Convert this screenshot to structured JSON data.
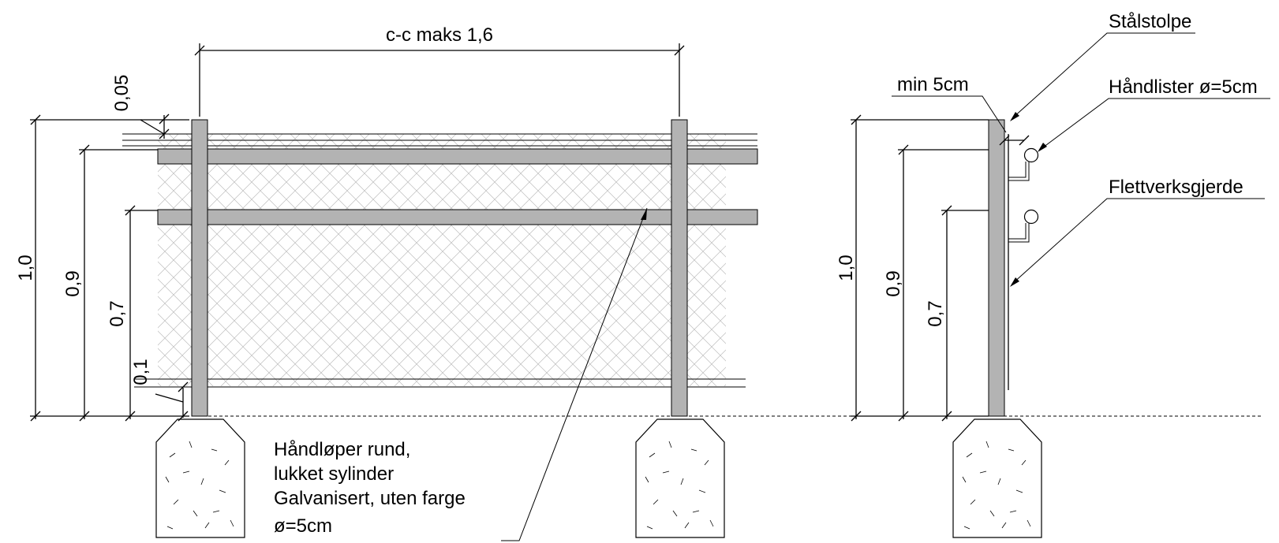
{
  "front_view": {
    "spacing_label": "c-c maks 1,6",
    "dim_top_offset": "0,05",
    "dim_total_height": "1,0",
    "dim_upper_rail": "0,9",
    "dim_lower_rail": "0,7",
    "dim_bottom_gap": "0,1",
    "handrail_note": [
      "Håndløper rund,",
      "lukket sylinder",
      "Galvanisert, uten farge",
      "ø=5cm"
    ]
  },
  "side_view": {
    "min_label": "min 5cm",
    "steel_post_label": "Stålstolpe",
    "handrails_label": "Håndlister ø=5cm",
    "mesh_fence_label": "Flettverksgjerde",
    "dim_total_height": "1,0",
    "dim_upper_rail": "0,9",
    "dim_lower_rail": "0,7"
  },
  "colors": {
    "post_fill": "#b3b3b3",
    "mesh": "#bdbdbd",
    "line": "#000000"
  }
}
